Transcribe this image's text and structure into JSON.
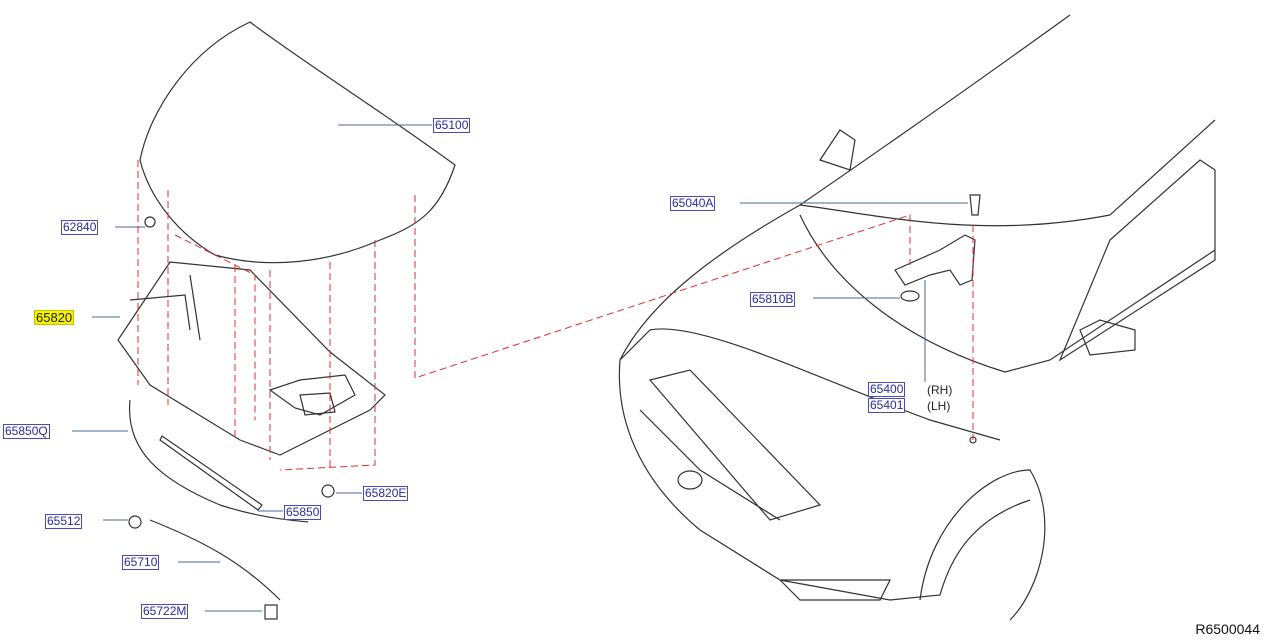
{
  "parts": {
    "p65100": "65100",
    "p62840": "62840",
    "p65820": "65820",
    "p65850Q": "65850Q",
    "p65512": "65512",
    "p65710": "65710",
    "p65722M": "65722M",
    "p65850": "65850",
    "p65820E": "65820E",
    "p65040A": "65040A",
    "p65810B": "65810B",
    "p65400": "65400",
    "p65401": "65401"
  },
  "side_labels": {
    "rh": "(RH)",
    "lh": "(LH)"
  },
  "highlighted_part": "65820",
  "diagram_ref": "R6500044",
  "colors": {
    "label": "#2a2aa0",
    "highlight": "#f4f200",
    "dash": "#e03030",
    "line": "#333333"
  }
}
